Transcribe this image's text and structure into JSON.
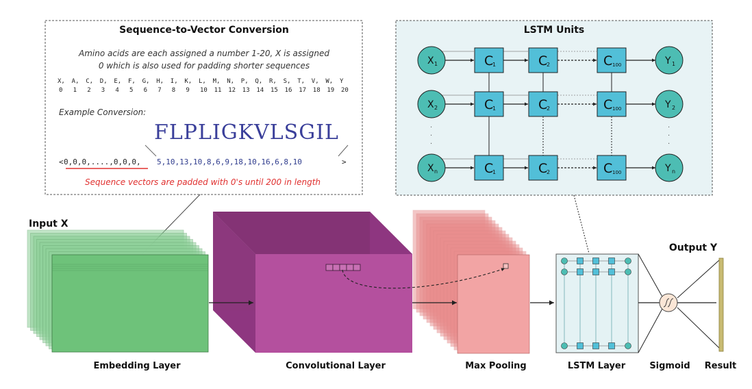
{
  "seq_box": {
    "title": "Sequence-to-Vector Conversion",
    "desc_line1": "Amino acids are each assigned a number 1-20, X is assigned",
    "desc_line2": "0 which is also used for padding shorter sequences",
    "letters": [
      "X,",
      "A,",
      "C,",
      "D,",
      "E,",
      "F,",
      "G,",
      "H,",
      "I,",
      "K,",
      "L,",
      "M,",
      "N,",
      "P,",
      "Q,",
      "R,",
      "S,",
      "T,",
      "V,",
      "W,",
      "Y"
    ],
    "numbers": [
      "0",
      "1",
      "2",
      "3",
      "4",
      "5",
      "6",
      "7",
      "8",
      "9",
      "10",
      "11",
      "12",
      "13",
      "14",
      "15",
      "16",
      "17",
      "18",
      "19",
      "20"
    ],
    "example_label": "Example Conversion:",
    "example_sequence": "FLPLIGKVLSGIL",
    "vector_open": "<",
    "vector_padding": "0,0,0,....,0,0,0,",
    "vector_values": "5,10,13,10,8,6,9,18,10,16,6,8,10",
    "vector_close": ">",
    "padding_note": "Sequence vectors are padded with 0's until 200 in length"
  },
  "lstm_box": {
    "title": "LSTM Units",
    "rows": [
      {
        "input": "X",
        "input_sub": "1",
        "cells": [
          {
            "c": "C",
            "sub": "1"
          },
          {
            "c": "C",
            "sub": "2"
          },
          {
            "c": "C",
            "sub": "100"
          }
        ],
        "output": "Y",
        "output_sub": "1"
      },
      {
        "input": "X",
        "input_sub": "2",
        "cells": [
          {
            "c": "C",
            "sub": "1"
          },
          {
            "c": "C",
            "sub": "2"
          },
          {
            "c": "C",
            "sub": "100"
          }
        ],
        "output": "Y",
        "output_sub": "2"
      },
      {
        "input": "X",
        "input_sub": "n",
        "cells": [
          {
            "c": "C",
            "sub": "1"
          },
          {
            "c": "C",
            "sub": "2"
          },
          {
            "c": "C",
            "sub": "100"
          }
        ],
        "output": "Y",
        "output_sub": "n"
      }
    ],
    "ellipsis": "."
  },
  "layers": {
    "input_label": "Input X",
    "embedding": "Embedding Layer",
    "convolutional": "Convolutional Layer",
    "max_pooling": "Max Pooling",
    "lstm": "LSTM Layer",
    "output_label": "Output Y",
    "sigmoid": "Sigmoid",
    "result": "Result"
  },
  "colors": {
    "embedding_green": "#6ec27a",
    "conv_purple": "#b4509e",
    "pool_pink": "#f2a4a4",
    "lstm_fill": "#e4f2f4",
    "lstm_node": "#4dbdb3",
    "lstm_cell": "#52bfd8",
    "vector_blue": "#2d3a8c",
    "note_red": "#e0302f",
    "result_bar": "#c8bb72"
  }
}
